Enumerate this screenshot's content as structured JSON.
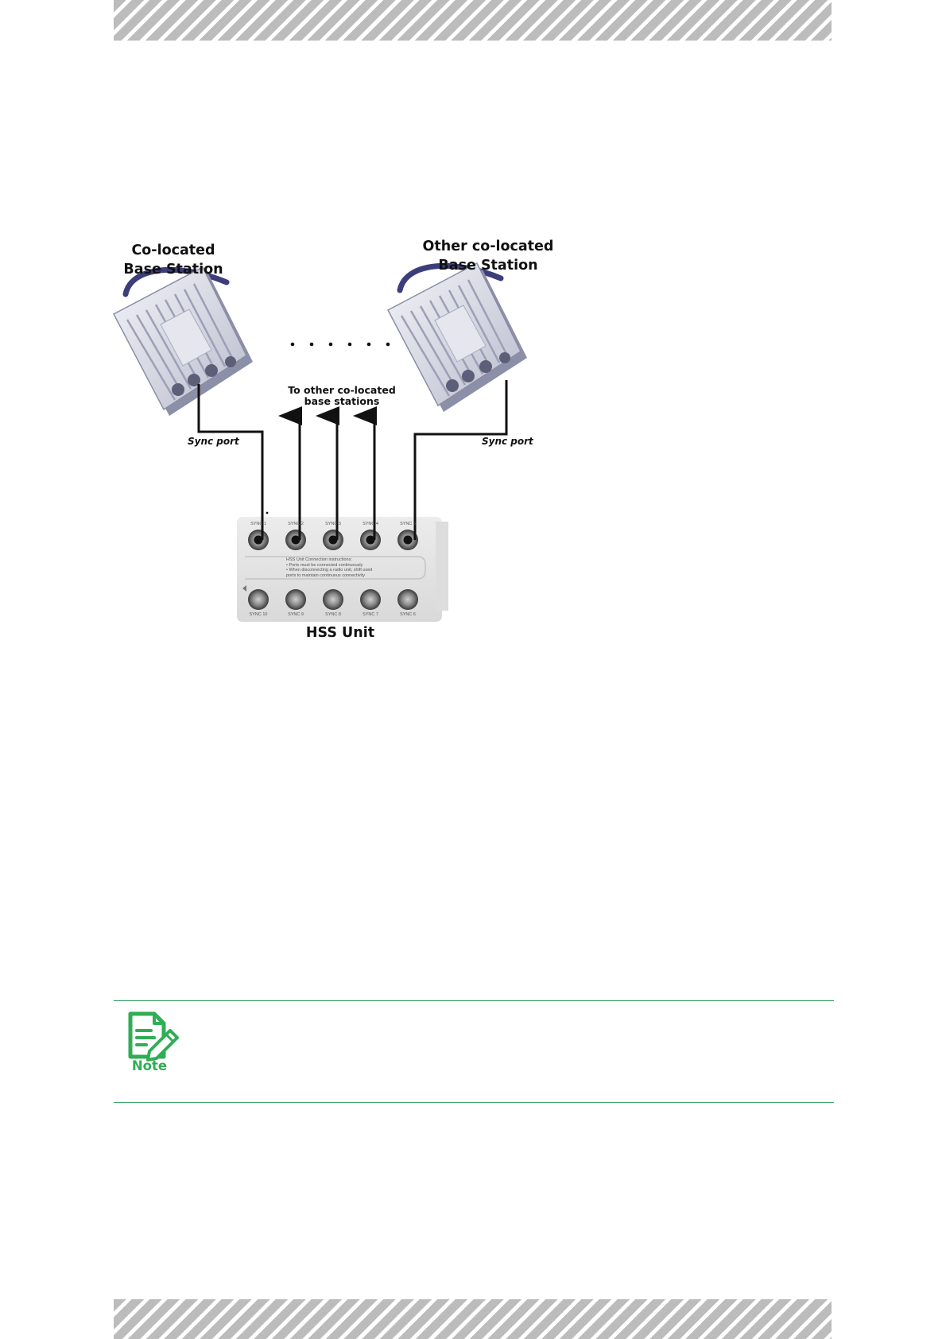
{
  "diagram": {
    "left_station_title": [
      "Co-located",
      "Base Station"
    ],
    "right_station_title": [
      "Other co-located",
      "Base Station"
    ],
    "middle_label": [
      "To other co-located",
      "base stations"
    ],
    "left_port_label": "Sync port",
    "right_port_label": "Sync port",
    "hss_label": "HSS Unit",
    "hss_top_ports": [
      "SYNC 1",
      "SYNC 2",
      "SYNC 3",
      "SYNC 4",
      "SYNC 5"
    ],
    "hss_bottom_ports": [
      "SYNC 10",
      "SYNC 9",
      "SYNC 8",
      "SYNC 7",
      "SYNC 6"
    ],
    "hss_instructions": [
      "HSS Unit Connection instructions:",
      "•   Ports must be connected continuously",
      "•   When disconnecting a radio unit, shift used",
      "    ports to maintain continuous connectivity"
    ]
  },
  "note": {
    "label": "Note",
    "icon": "note-edit-icon",
    "accent_color": "#2fae55"
  }
}
